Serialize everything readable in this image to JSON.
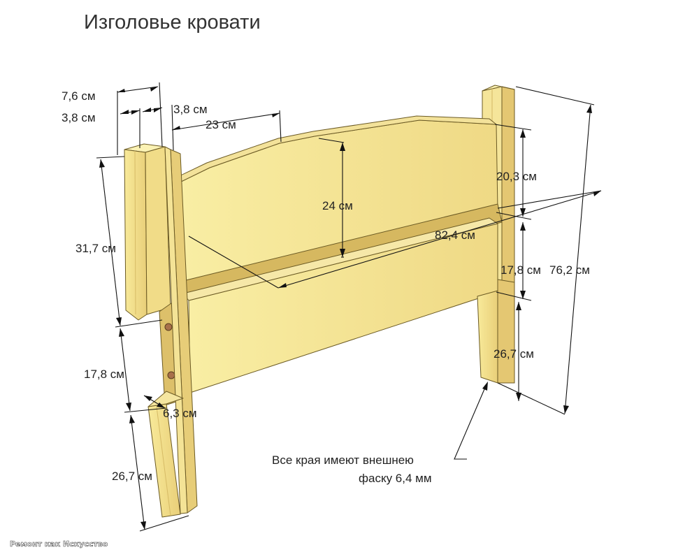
{
  "title": "Изголовье кровати",
  "dimensions": {
    "post_depth": "7,6 см",
    "half_depth_left": "3,8 см",
    "half_depth_right": "3,8 см",
    "crown_offset": "23 см",
    "panel_height": "24 см",
    "crown_rise": "20,3 см",
    "panel_width": "82,4 см",
    "upper_post": "31,7 см",
    "rail_height_left": "17,8 см",
    "rail_height_right": "17,8 см",
    "total_height": "76,2 см",
    "leg_left": "26,7 см",
    "leg_right": "26,7 см",
    "notch": "6,3 см"
  },
  "note": {
    "line1": "Все края имеют внешнею",
    "line2": "фаску 6,4 мм"
  },
  "watermark": "Ремонт как Искусство",
  "colors": {
    "wood_light": "#f8ec9e",
    "wood_mid": "#ecd37c",
    "wood_dark": "#d6b860",
    "outline": "#6b5a24"
  }
}
